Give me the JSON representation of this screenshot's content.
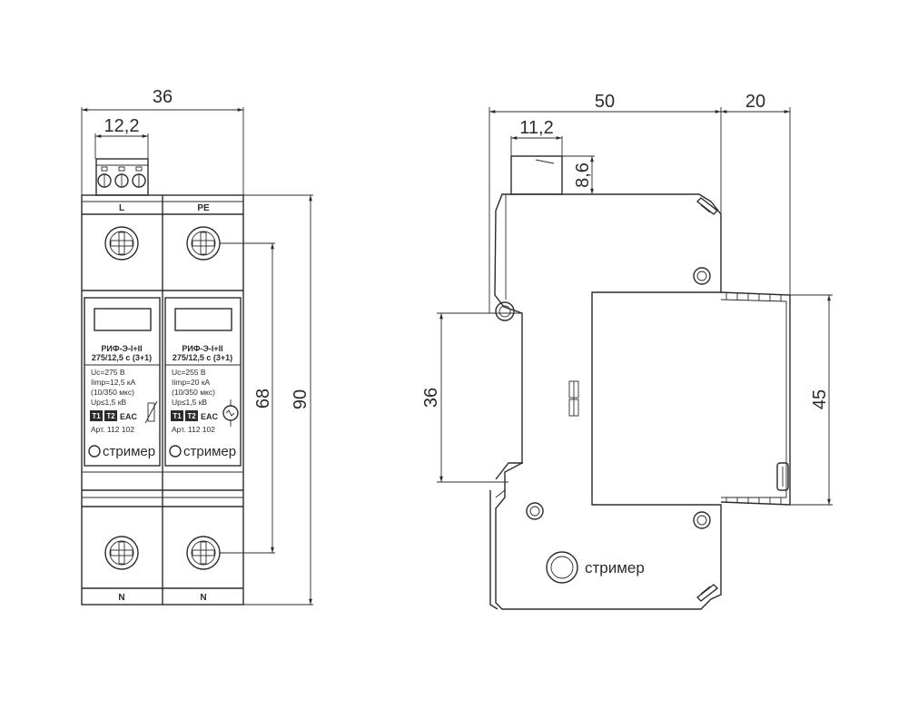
{
  "dimensions": {
    "front_width": "36",
    "front_terminal_width": "12,2",
    "front_mount_height": "68",
    "front_total_height": "90",
    "side_depth": "50",
    "side_front_depth": "20",
    "side_terminal_width": "11,2",
    "side_terminal_height": "8,6",
    "side_rail": "36",
    "side_front_height": "45"
  },
  "front": {
    "top_left_label": "L",
    "top_right_label": "PE",
    "bottom_left_label": "N",
    "bottom_right_label": "N",
    "left_module": {
      "title_line1": "РИФ-Э-I+II",
      "title_line2": "275/12,5 с (3+1)",
      "spec1": "Uc=275 В",
      "spec2": "Iimp=12,5 кА",
      "spec3": "(10/350 мкс)",
      "spec4": "Up≤1,5 кВ",
      "badge1": "T1",
      "badge2": "T2",
      "mark": "EAC",
      "article": "Арт. 112 102",
      "brand": "стример"
    },
    "right_module": {
      "title_line1": "РИФ-Э-I+II",
      "title_line2": "275/12,5 с (3+1)",
      "spec1": "Uc=255 В",
      "spec2": "Iimp=20 кА",
      "spec3": "(10/350 мкс)",
      "spec4": "Up≤1,5 кВ",
      "badge1": "T1",
      "badge2": "T2",
      "mark": "EAC",
      "article": "Арт. 112 102",
      "brand": "стример"
    }
  },
  "side": {
    "brand": "стример"
  },
  "colors": {
    "line": "#2b2b2b",
    "background": "#ffffff"
  }
}
